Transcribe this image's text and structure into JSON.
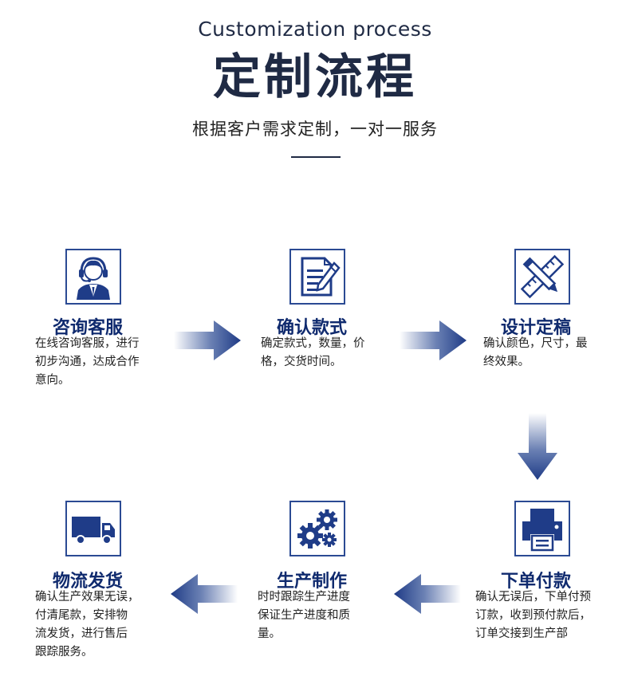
{
  "header": {
    "title_en": "Customization process",
    "title_cn": "定制流程",
    "subtitle": "根据客户需求定制，一对一服务"
  },
  "colors": {
    "accent": "#2b4a93",
    "title": "#0f2a6e",
    "heading": "#1f2a44"
  },
  "steps": [
    {
      "title": "咨询客服",
      "icon": "customer-service-icon",
      "desc_lines": [
        "在线咨询客服，进行",
        "初步沟通，达成合作",
        "意向。"
      ]
    },
    {
      "title": "确认款式",
      "icon": "document-edit-icon",
      "desc_lines": [
        "确定款式，数量，价",
        "格，交货时间。"
      ]
    },
    {
      "title": "设计定稿",
      "icon": "design-tools-icon",
      "desc_lines": [
        "确认颜色，尺寸，最",
        "终效果。"
      ]
    },
    {
      "title": "下单付款",
      "icon": "printer-icon",
      "desc_lines": [
        "确认无误后，下单付预",
        "订款，收到预付款后，",
        "订单交接到生产部"
      ]
    },
    {
      "title": "生产制作",
      "icon": "gears-icon",
      "desc_lines": [
        "时时跟踪生产进度",
        "保证生产进度和质",
        "量。"
      ]
    },
    {
      "title": "物流发货",
      "icon": "delivery-truck-icon",
      "desc_lines": [
        "确认生产效果无误，",
        "付清尾款，安排物",
        "流发货，进行售后",
        "跟踪服务。"
      ]
    }
  ]
}
